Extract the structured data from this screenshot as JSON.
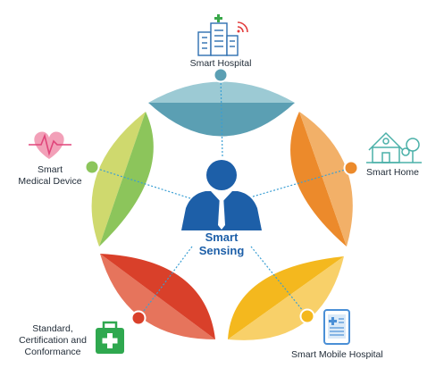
{
  "diagram": {
    "center": {
      "line1": "Smart",
      "line2": "Sensing",
      "icon": "businessman-icon"
    },
    "nodes": [
      {
        "key": "smart-hospital",
        "label": "Smart Hospital",
        "icon": "hospital-building-icon",
        "color": "#5b9fb3"
      },
      {
        "key": "smart-home",
        "label": "Smart Home",
        "icon": "house-icon",
        "color": "#ec8a2b"
      },
      {
        "key": "smart-mobile-hospital",
        "label": "Smart Mobile Hospital",
        "icon": "tablet-icon",
        "color": "#f4b81e"
      },
      {
        "key": "standard-certification",
        "lines": [
          "Standard,",
          "Certification and",
          "Conformance"
        ],
        "icon": "first-aid-kit-icon",
        "color": "#d9402a"
      },
      {
        "key": "smart-medical-device",
        "lines": [
          "Smart",
          "Medical Device"
        ],
        "icon": "heart-pulse-icon",
        "color": "#9cc75c"
      }
    ],
    "colors": {
      "teal_light": "#9ccad4",
      "teal_dark": "#5b9fb3",
      "orange_light": "#f2b068",
      "orange_dark": "#ec8a2b",
      "yellow_light": "#f8d069",
      "yellow_dark": "#f4b81e",
      "red_light": "#e6745c",
      "red_dark": "#d9402a",
      "green_light": "#cfd96e",
      "green_dark": "#8cc55b",
      "person": "#1d5fa8",
      "connector": "#3a9fd4"
    }
  }
}
